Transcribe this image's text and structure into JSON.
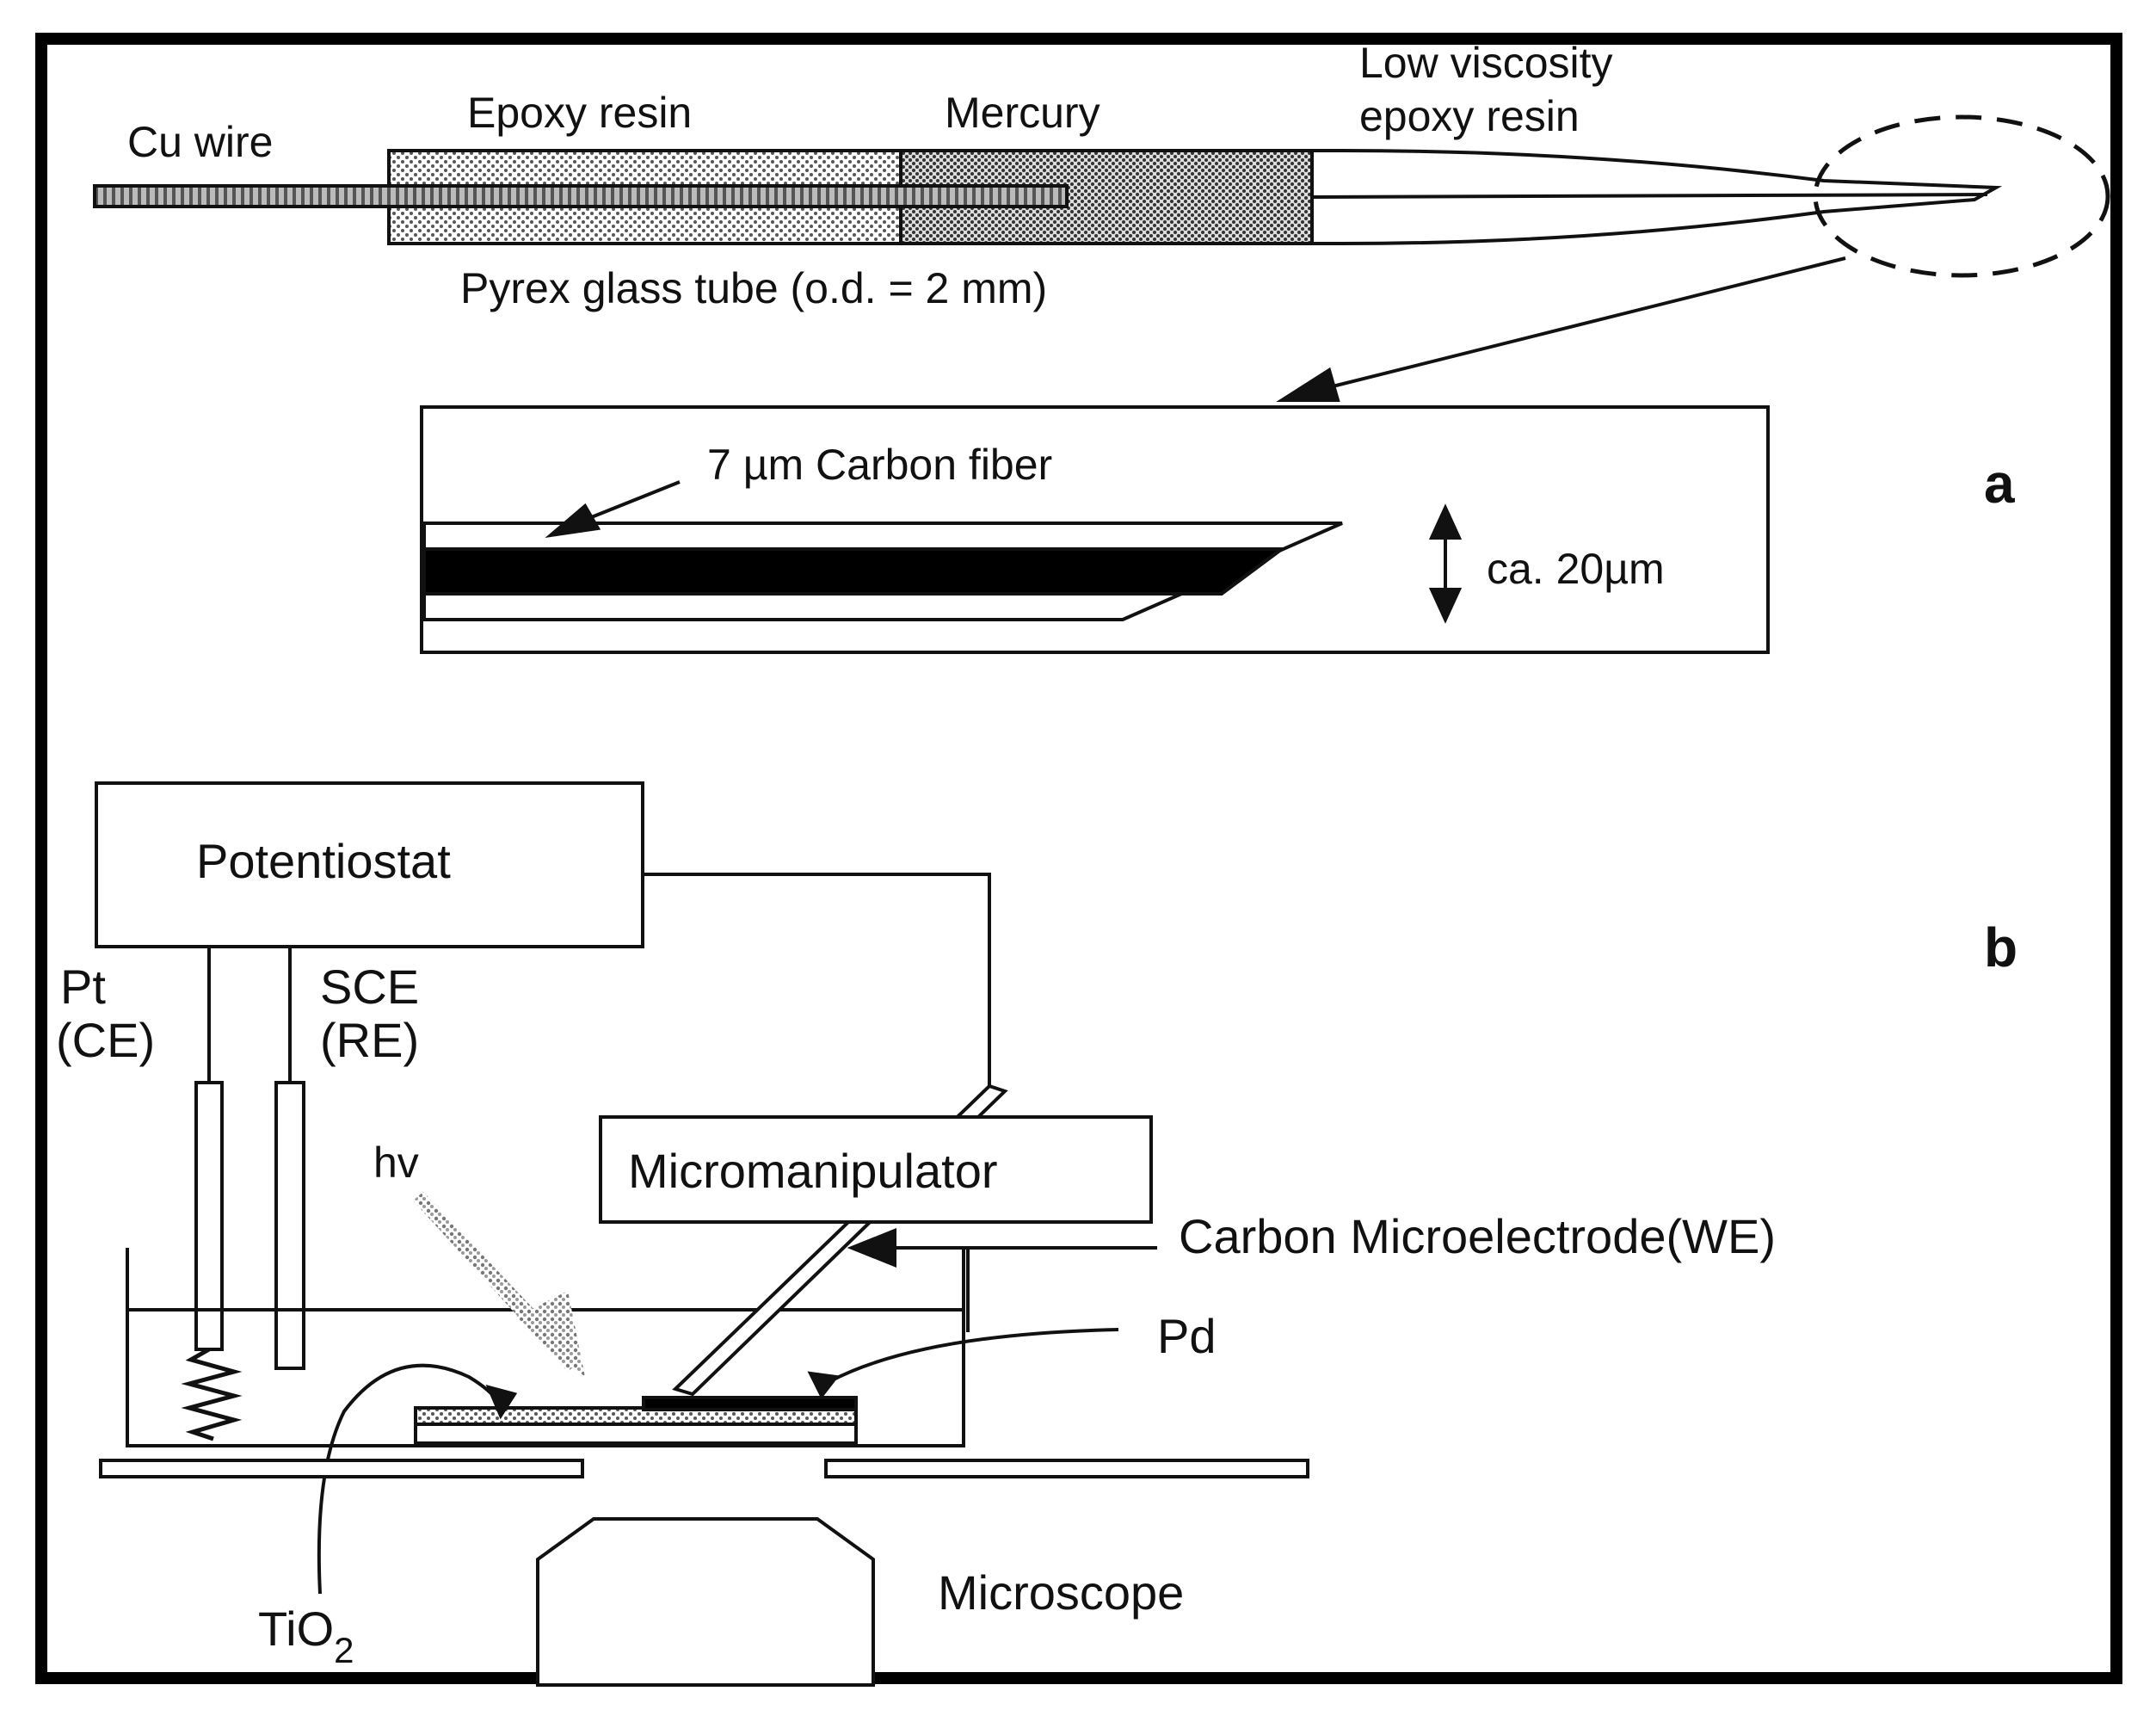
{
  "panels": {
    "a": "a",
    "b": "b"
  },
  "panel_a": {
    "cu_wire": "Cu wire",
    "epoxy_resin": "Epoxy resin",
    "mercury": "Mercury",
    "low_viscosity_line1": "Low viscosity",
    "low_viscosity_line2": "epoxy resin",
    "pyrex": "Pyrex glass tube (o.d. = 2 mm)",
    "carbon_fiber": "7 µm Carbon fiber",
    "dimension": "ca. 20µm"
  },
  "panel_b": {
    "potentiostat": "Potentiostat",
    "pt": "Pt",
    "ce": "(CE)",
    "sce": "SCE",
    "re": "(RE)",
    "hv": "hv",
    "micromanipulator": "Micromanipulator",
    "carbon_microelectrode": "Carbon Microelectrode(WE)",
    "pd": "Pd",
    "tio2_base": "TiO",
    "tio2_sub": "2",
    "microscope": "Microscope"
  },
  "colors": {
    "ink": "#111111",
    "background": "#ffffff"
  }
}
